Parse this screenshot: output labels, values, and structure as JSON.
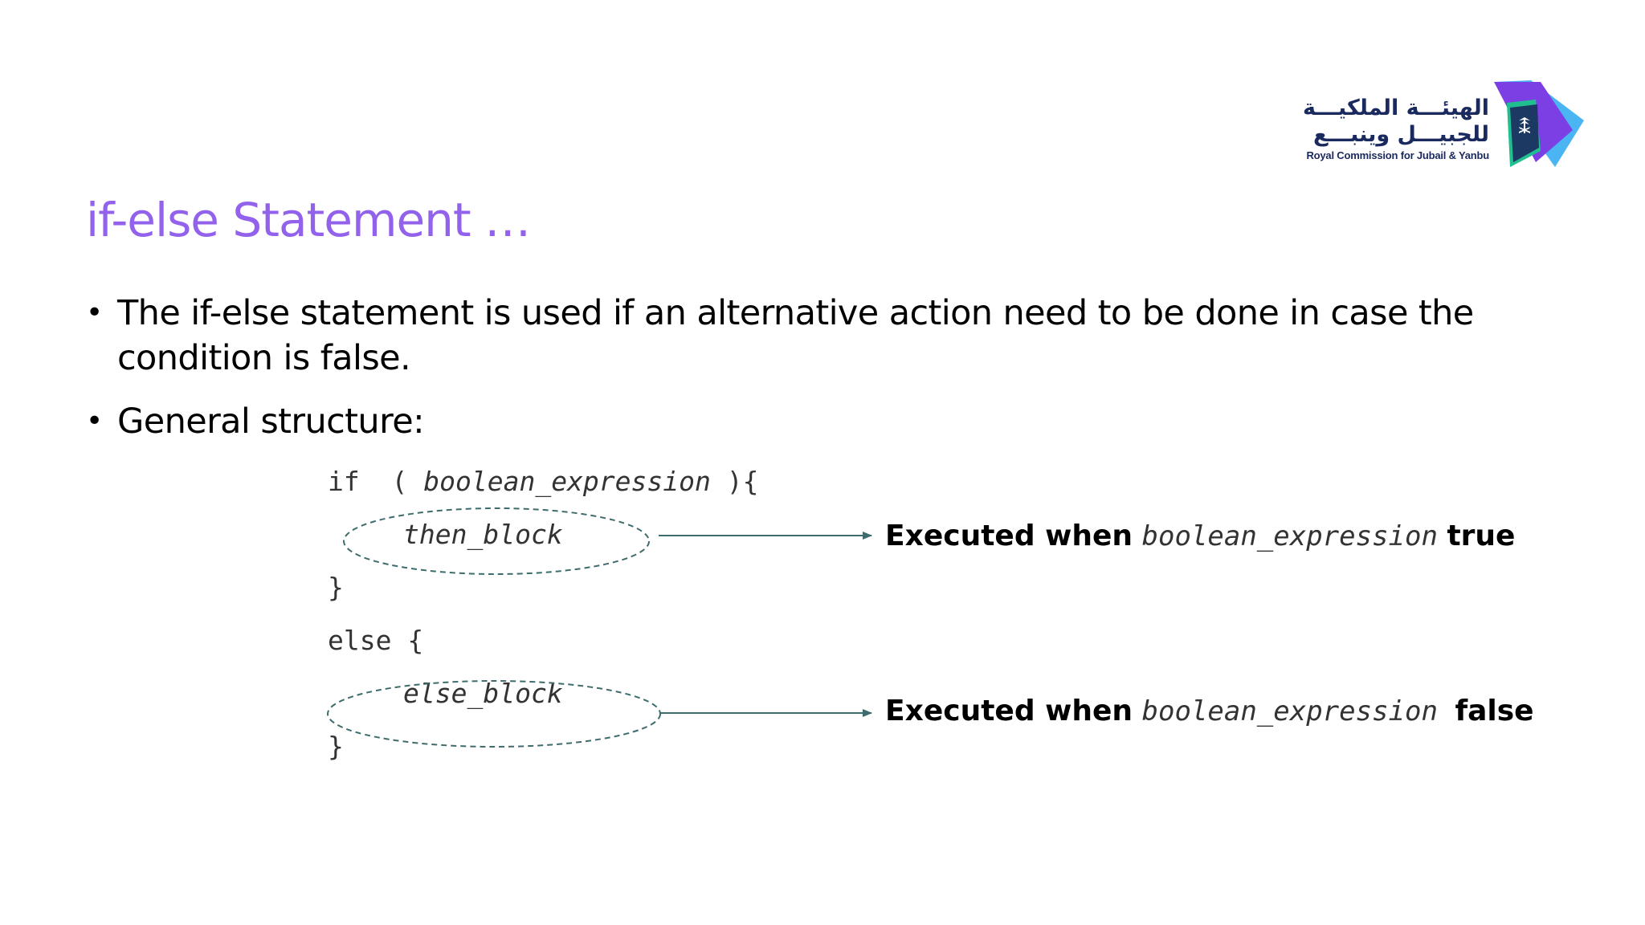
{
  "logo": {
    "arabic_line1": "الهيئـــة الملكيـــة",
    "arabic_line2": "للجبيـــل وينبـــع",
    "english": "Royal Commission for Jubail & Yanbu",
    "colors": {
      "purple": "#7b3fe4",
      "green": "#1fbf8f",
      "blue": "#2aa8f0",
      "navy": "#1b2a5e"
    }
  },
  "slide": {
    "title": "if-else Statement …",
    "title_color": "#9362ec",
    "bullets": [
      {
        "text": "The if-else statement is used if an alternative action need to be done in case the condition is false."
      },
      {
        "text": "General structure:"
      }
    ],
    "code": {
      "if_keyword": "if",
      "open_paren": "(",
      "condition": "boolean_expression",
      "close_paren": "){",
      "then_block": "then_block",
      "close_brace_1": "}",
      "else_line": "else {",
      "else_block": "else_block",
      "close_brace_2": "}"
    },
    "annotations": {
      "then": {
        "prefix": "Executed when",
        "expr": "boolean_expression",
        "suffix": "true"
      },
      "else": {
        "prefix": "Executed when",
        "expr": "boolean_expression",
        "suffix": "false"
      }
    },
    "arrow_color": "#3e6b6b"
  }
}
